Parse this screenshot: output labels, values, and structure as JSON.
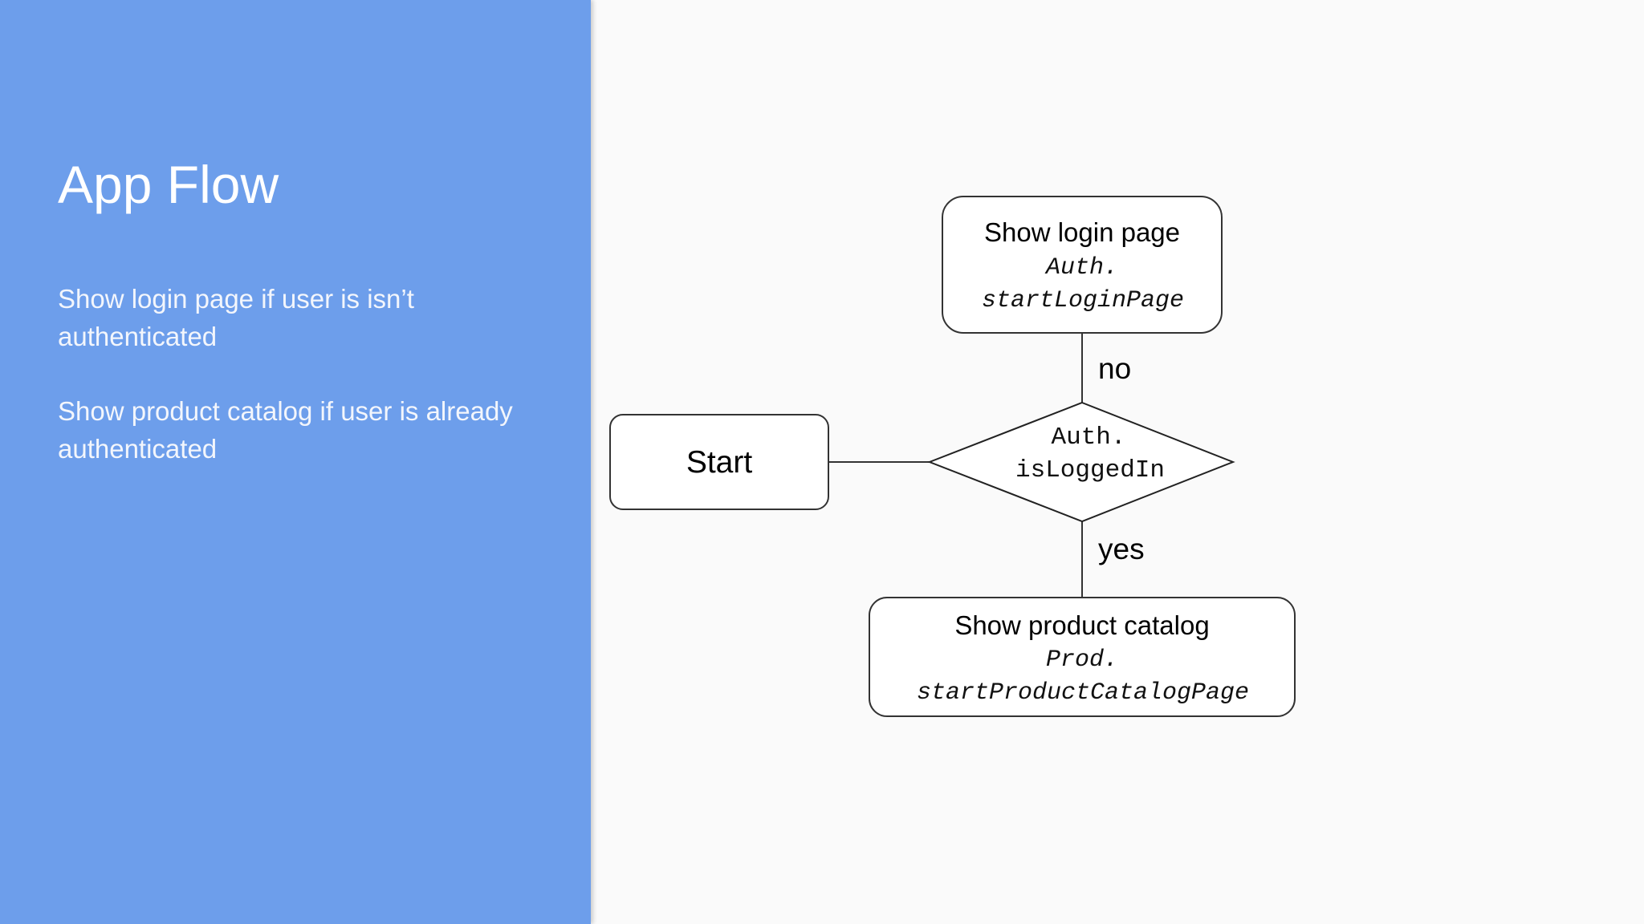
{
  "sidebar": {
    "title": "App Flow",
    "bullets": [
      "Show login page if user is isn’t authenticated",
      "Show product catalog if user is already authenticated"
    ]
  },
  "diagram": {
    "nodes": {
      "start": {
        "label": "Start"
      },
      "decision": {
        "code_line1": "Auth.",
        "code_line2": "isLoggedIn"
      },
      "login": {
        "label": "Show login page",
        "code_line1": "Auth.",
        "code_line2": "startLoginPage"
      },
      "catalog": {
        "label": "Show product catalog",
        "code_line1": "Prod.",
        "code_line2": "startProductCatalogPage"
      }
    },
    "edges": {
      "no_label": "no",
      "yes_label": "yes"
    }
  },
  "colors": {
    "panel": "#6d9eeb",
    "background": "#fafafa",
    "stroke": "#333333"
  }
}
